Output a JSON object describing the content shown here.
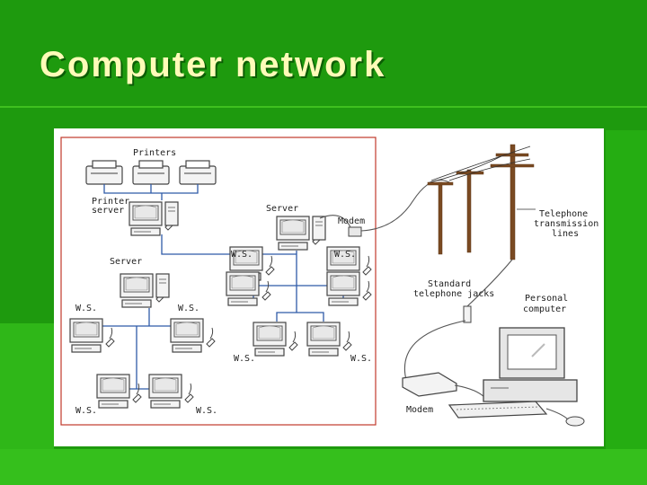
{
  "slide": {
    "title": "Computer network"
  },
  "colors": {
    "background": "#1e9a0e",
    "title": "#fffbb8",
    "lan_border": "#c0392b",
    "cable": "#2f5aa8"
  },
  "diagram": {
    "labels": {
      "printers": "Printers",
      "printer_server_1": "Printer",
      "printer_server_2": "server",
      "server_left": "Server",
      "server_top": "Server",
      "modem_top": "Modem",
      "ws_1": "W.S.",
      "ws_2": "W.S.",
      "ws_3": "W.S.",
      "ws_4": "W.S.",
      "ws_5": "W.S.",
      "ws_6": "W.S.",
      "ws_7": "W.S.",
      "ws_8": "W.S.",
      "telephone_1": "Telephone",
      "telephone_2": "transmission",
      "telephone_3": "lines",
      "jacks_1": "Standard",
      "jacks_2": "telephone jacks",
      "pc_1": "Personal",
      "pc_2": "computer",
      "modem_bottom": "Modem"
    }
  }
}
